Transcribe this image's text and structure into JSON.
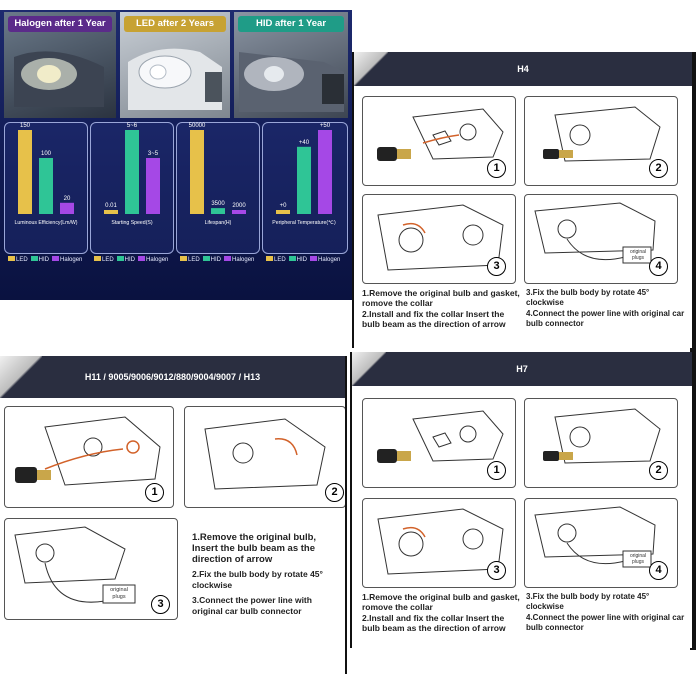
{
  "compare": {
    "photos": [
      {
        "caption": "Halogen after 1 Year",
        "color": "#5b2b8a"
      },
      {
        "caption": "LED after 2 Years",
        "color": "#c7a233"
      },
      {
        "caption": "HID after 1 Year",
        "color": "#1f9c87"
      }
    ],
    "series_colors": {
      "LED": "#e7c14a",
      "HID": "#2fc596",
      "Halogen": "#a548e6"
    },
    "legend": [
      "LED",
      "HID",
      "Halogen"
    ]
  },
  "chart_data": [
    {
      "type": "bar",
      "xlabel": "Luminous Efficiency(Lm/W)",
      "categories": [
        "LED",
        "HID",
        "Halogen"
      ],
      "values": [
        150,
        100,
        20
      ],
      "labels": [
        "150",
        "100",
        "20"
      ]
    },
    {
      "type": "bar",
      "xlabel": "Starting Speed(S)",
      "categories": [
        "LED",
        "HID",
        "Halogen"
      ],
      "values": [
        0.01,
        6,
        4
      ],
      "labels": [
        "0.01",
        "5~6",
        "3~5"
      ]
    },
    {
      "type": "bar",
      "xlabel": "Lifespan(H)",
      "categories": [
        "LED",
        "HID",
        "Halogen"
      ],
      "values": [
        50000,
        3500,
        2000
      ],
      "labels": [
        "50000",
        "3500",
        "2000"
      ]
    },
    {
      "type": "bar",
      "xlabel": "Peripheral Temperature(℃)",
      "categories": [
        "LED",
        "HID",
        "Halogen"
      ],
      "values": [
        0,
        40,
        50
      ],
      "labels": [
        "+0",
        "+40",
        "+50"
      ]
    }
  ],
  "h4": {
    "title": "H4",
    "steps": [
      "1",
      "2",
      "3",
      "4"
    ],
    "plugs": "original plugs",
    "left": [
      "1.Remove the original bulb and gasket, romove the collar",
      "2.Install and fix the collar Insert the bulb beam as the direction of arrow"
    ],
    "right": [
      "3.Fix the bulb body by rotate 45° clockwise",
      "4.Connect the power line with original car bulb connector"
    ]
  },
  "h7": {
    "title": "H7",
    "steps": [
      "1",
      "2",
      "3",
      "4"
    ],
    "plugs": "original plugs",
    "left": [
      "1.Remove the original bulb and gasket, romove the collar",
      "2.Install and fix the collar Insert the bulb beam as the direction of arrow"
    ],
    "right": [
      "3.Fix the bulb body by rotate 45° clockwise",
      "4.Connect the power line with original car bulb connector"
    ]
  },
  "h11": {
    "title": "H11 / 9005/9006/9012/880/9004/9007 / H13",
    "steps": [
      "1",
      "2",
      "3"
    ],
    "plugs": "original plugs",
    "instructions": [
      "1.Remove the original bulb, Insert the bulb beam as the direction of arrow",
      "2.Fix the bulb body by rotate 45° clockwise",
      "3.Connect the power line with original car bulb connector"
    ]
  }
}
